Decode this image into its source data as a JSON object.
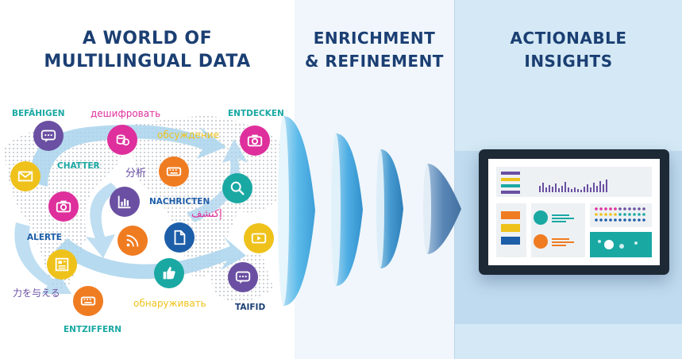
{
  "panels": [
    {
      "id": "data",
      "heading_lines": [
        "A WORLD OF",
        "MULTILINGUAL DATA"
      ]
    },
    {
      "id": "enrich",
      "heading_lines": [
        "ENRICHMENT",
        "& REFINEMENT"
      ]
    },
    {
      "id": "insights",
      "heading_lines": [
        "ACTIONABLE",
        "INSIGHTS"
      ]
    }
  ],
  "words": {
    "befahigen": "BEFÄHIGEN",
    "deshifrovat": "дешифровать",
    "entdecken": "ENTDECKEN",
    "obsuzhdenie": "обсуждение",
    "chatter": "CHATTER",
    "fenxi": "分析",
    "nachricten": "NACHRICTEN",
    "iktashif": "إكتشف",
    "alerte": "ALERTE",
    "chikara": "力を与える",
    "obnaruzhivat": "обнаруживать",
    "taifid": "TAIFID",
    "entziffern": "ENTZIFFERN"
  },
  "bubbles": [
    {
      "name": "chat-icon",
      "color": "#6a4fa2"
    },
    {
      "name": "coins-icon",
      "color": "#de2f9c"
    },
    {
      "name": "mail-icon",
      "color": "#efc21b"
    },
    {
      "name": "camera-icon",
      "color": "#de2f9c"
    },
    {
      "name": "camera-icon",
      "color": "#de2f9c"
    },
    {
      "name": "keyboard-icon",
      "color": "#f07c22"
    },
    {
      "name": "bar-chart-icon",
      "color": "#6a4fa2"
    },
    {
      "name": "search-icon",
      "color": "#1aa8a3"
    },
    {
      "name": "rss-icon",
      "color": "#f07c22"
    },
    {
      "name": "document-icon",
      "color": "#1d5ea9"
    },
    {
      "name": "play-icon",
      "color": "#efc21b"
    },
    {
      "name": "newspaper-icon",
      "color": "#efc21b"
    },
    {
      "name": "thumbs-up-icon",
      "color": "#1aa8a3"
    },
    {
      "name": "chat-icon",
      "color": "#6a4fa2"
    },
    {
      "name": "keyboard-icon",
      "color": "#f07c22"
    }
  ],
  "colors": {
    "navy": "#1b3f73",
    "teal": "#1aa8a3",
    "pink": "#de2f9c",
    "yellow": "#efc21b",
    "orange": "#f07c22",
    "purple": "#6a4fa2",
    "blue": "#1d5ea9"
  }
}
